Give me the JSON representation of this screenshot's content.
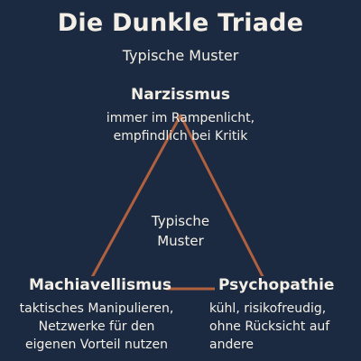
{
  "header": {
    "title": "Die Dunkle Triade",
    "subtitle": "Typische Muster"
  },
  "center": {
    "line1": "Typische",
    "line2": "Muster"
  },
  "nodes": {
    "top": {
      "title": "Narzissmus",
      "desc1": "immer im Rampenlicht,",
      "desc2": "empfindlich bei Kritik"
    },
    "left": {
      "title": "Machiavellismus",
      "desc1": "taktisches Manipulieren,",
      "desc2": "Netzwerke für den",
      "desc3": "eigenen Vorteil nutzen"
    },
    "right": {
      "title": "Psychopathie",
      "desc1": "kühl, risikofreudig,",
      "desc2": "ohne Rücksicht auf",
      "desc3": "andere"
    }
  },
  "colors": {
    "background": "#1b2a40",
    "text": "#f3efe6",
    "triangle": "#b0603e"
  }
}
